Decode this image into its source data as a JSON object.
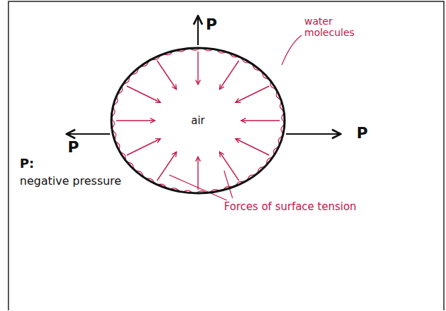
{
  "diagram": {
    "nodes": [
      {
        "text": [
          "air"
        ]
      }
    ],
    "labels": [
      "P",
      "P",
      "P",
      "water molecules",
      "Forces of surface tension",
      "P:",
      "negative pressure"
    ]
  }
}
